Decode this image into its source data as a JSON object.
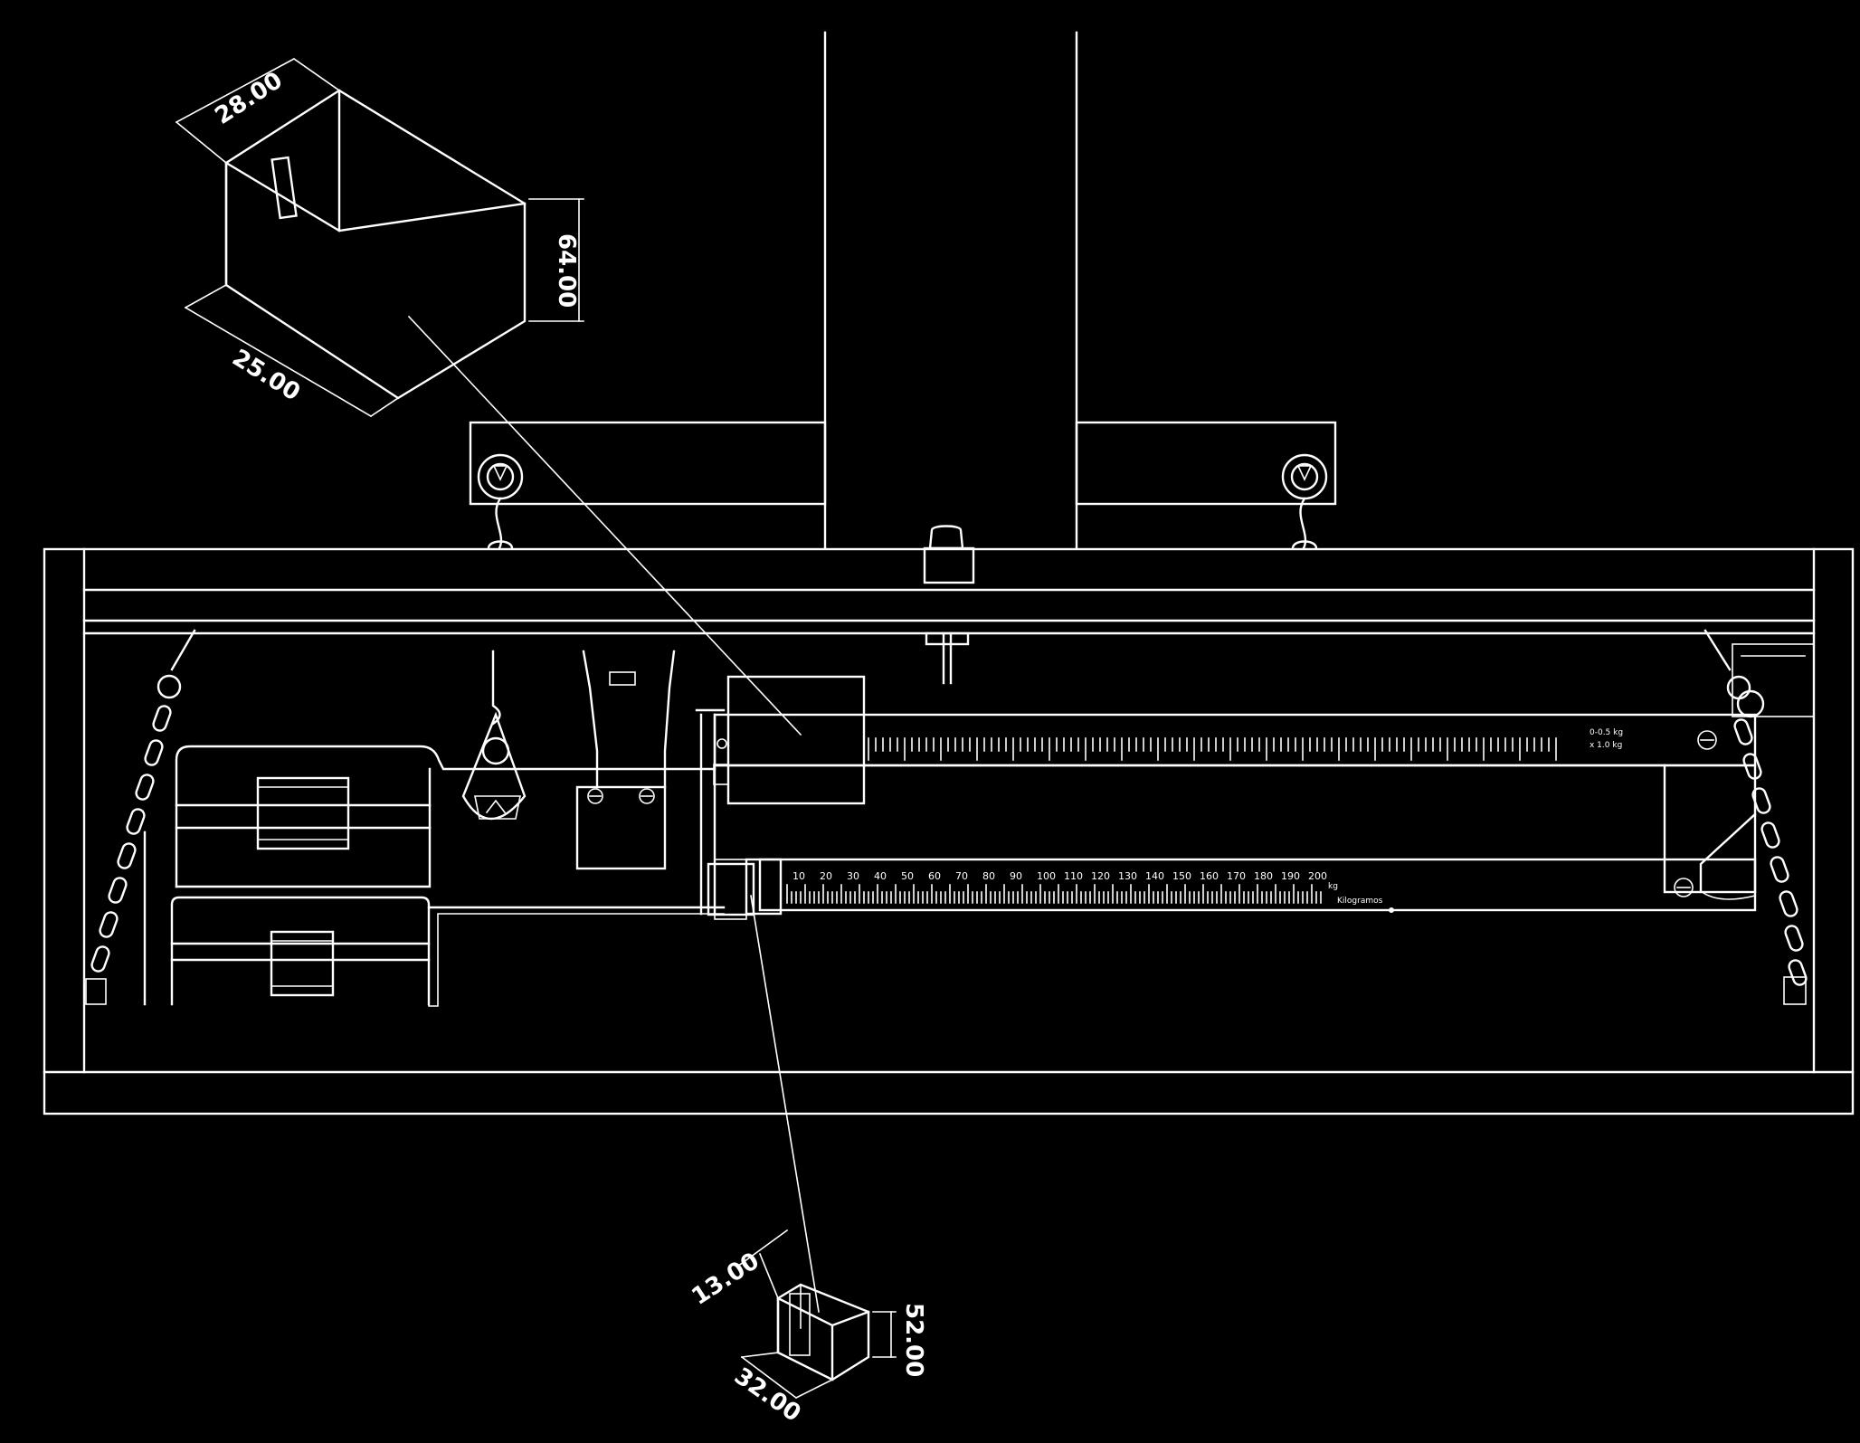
{
  "colors": {
    "background": "#000000",
    "lines": "#ffffff"
  },
  "callout_top": {
    "dims": {
      "length": "25.00",
      "width": "28.00",
      "height": "64.00"
    }
  },
  "callout_bottom": {
    "dims": {
      "length": "32.00",
      "width": "13.00",
      "height": "52.00"
    }
  },
  "sliding_scale": {
    "ticks": [
      "10",
      "20",
      "30",
      "40",
      "50",
      "60",
      "70",
      "80",
      "90",
      "100",
      "110",
      "120",
      "130",
      "140",
      "150",
      "160",
      "170",
      "180",
      "190",
      "200"
    ],
    "unit": "kg",
    "caption": "Kilogramos"
  },
  "upper_beam": {
    "marking": [
      "0-0.5 kg",
      "x 1.0 kg"
    ]
  }
}
